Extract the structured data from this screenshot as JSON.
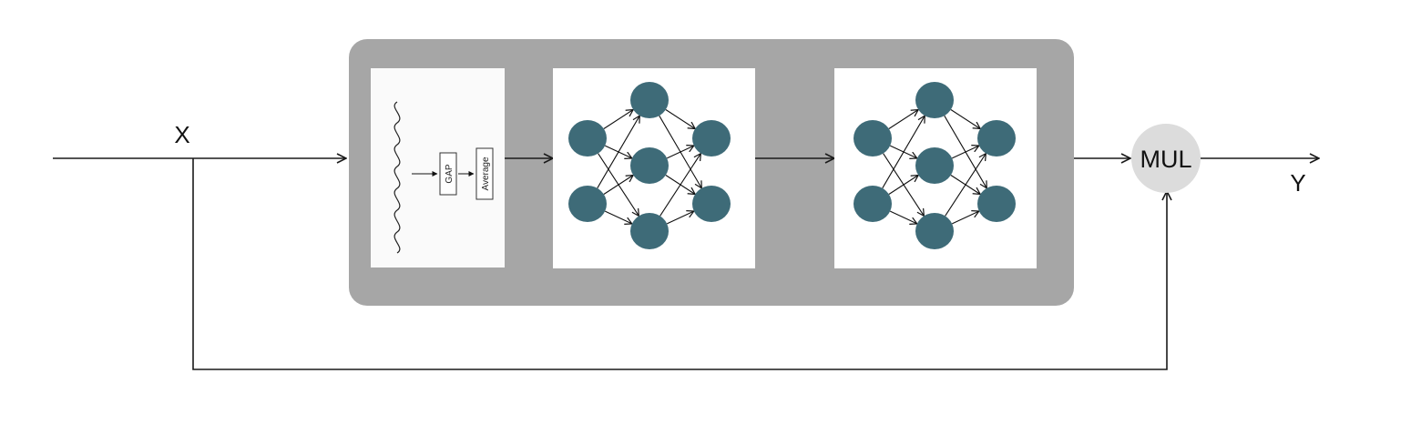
{
  "diagram": {
    "input_label": "X",
    "output_label": "Y",
    "mul_label": "MUL",
    "gap_label": "GAP",
    "average_label": "Average",
    "colors": {
      "container": "#a6a6a6",
      "node": "#3e6b78",
      "mul_circle": "#dcdcdc",
      "panel": "#ffffff",
      "line": "#1a1a1a"
    }
  }
}
